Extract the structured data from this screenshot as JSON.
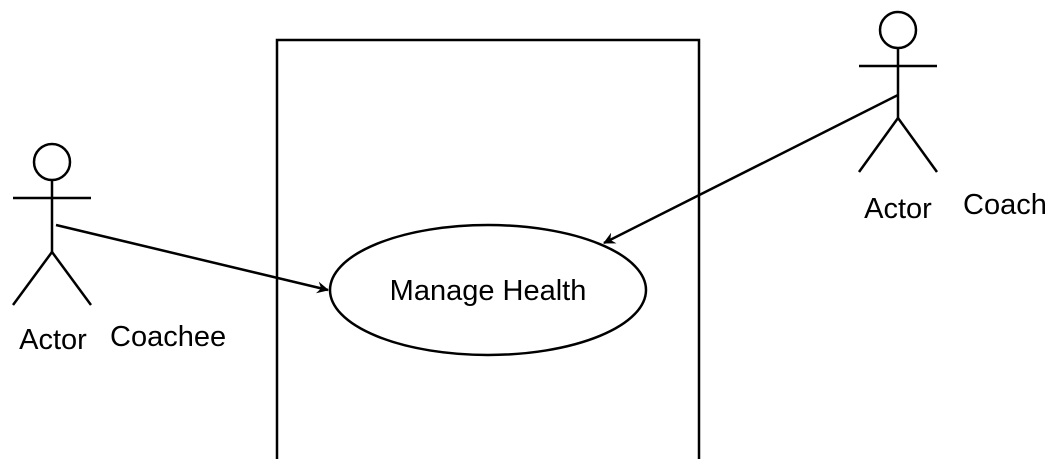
{
  "diagram": {
    "type": "use-case",
    "use_case": {
      "label": "Manage Health"
    },
    "actors": [
      {
        "id": "coachee",
        "figure_label": "Actor",
        "role_label": "Coachee"
      },
      {
        "id": "coach",
        "figure_label": "Actor",
        "role_label": "Coach"
      }
    ],
    "associations": [
      {
        "from": "coachee",
        "to": "use_case"
      },
      {
        "from": "coach",
        "to": "use_case"
      }
    ]
  }
}
